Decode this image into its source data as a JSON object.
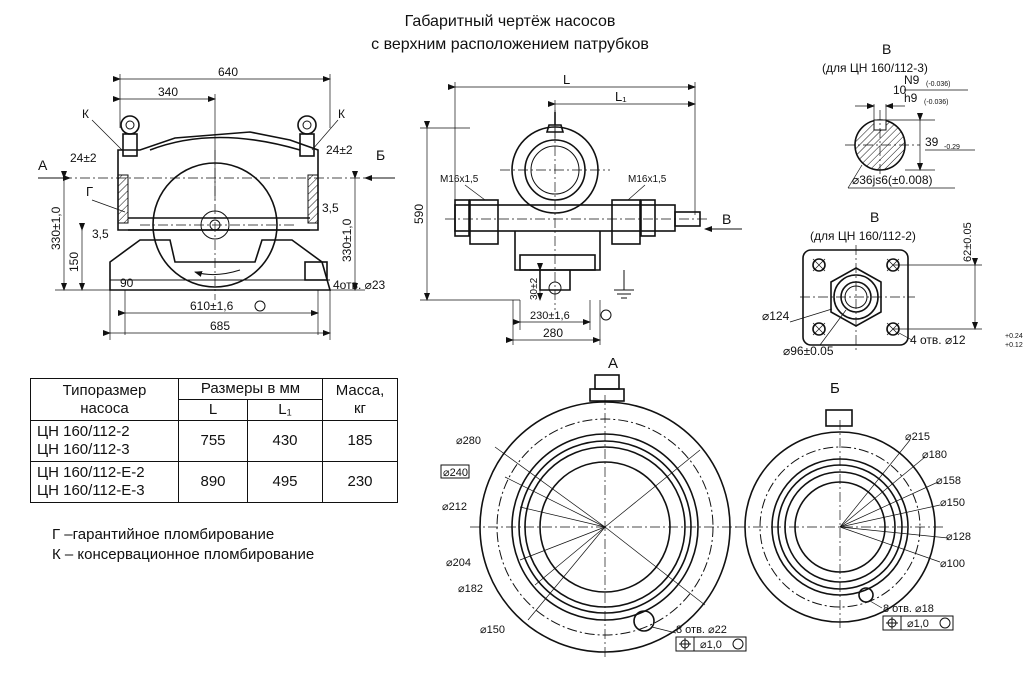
{
  "title": {
    "line1": "Габаритный чертёж насосов",
    "line2": "с верхним расположением патрубков"
  },
  "side_view": {
    "dim_640": "640",
    "dim_340": "340",
    "k_left": "К",
    "k_right": "К",
    "arrow_a": "А",
    "arrow_b": "Б",
    "g_label": "Г",
    "dim_24_left": "24±2",
    "dim_24_right": "24±2",
    "dim_35_left": "3,5",
    "dim_35_right": "3,5",
    "dim_330_left": "330±1,0",
    "dim_330_right": "330±1,0",
    "dim_150": "150",
    "dim_90": "90",
    "dim_610": "610±1,6",
    "dim_685": "685",
    "holes_23": "4отв. ⌀23"
  },
  "front_view": {
    "dim_L": "L",
    "dim_L1": "L₁",
    "dim_590": "590",
    "m16_left": "M16x1,5",
    "m16_right": "M16x1,5",
    "dim_30": "30±2",
    "dim_230": "230±1,6",
    "dim_280": "280",
    "arrow_v": "В"
  },
  "detail_v3": {
    "letter": "В",
    "caption": "(для ЦН 160/112-3)",
    "dim_10": "10",
    "n9": "N9",
    "n9_tol": "(-0.036)",
    "h9": "h9",
    "h9_tol": "(-0.036)",
    "dim_39": "39",
    "dim_39_tol": "-0.29",
    "shaft": "⌀36js6(±0.008)"
  },
  "detail_v2": {
    "letter": "В",
    "caption": "(для ЦН 160/112-2)",
    "dim_62": "62±0.05",
    "d124": "⌀124",
    "d96": "⌀96±0.05",
    "holes_12": "4 отв. ⌀12",
    "holes_12_tol_up": "+0.24",
    "holes_12_tol_dn": "+0.12"
  },
  "flange_a": {
    "letter": "А",
    "d280": "⌀280",
    "d240": "⌀240",
    "d212": "⌀212",
    "d204": "⌀204",
    "d182": "⌀182",
    "d150": "⌀150",
    "holes": "8 отв. ⌀22",
    "tolerance": "⌀1,0"
  },
  "flange_b": {
    "letter": "Б",
    "d215": "⌀215",
    "d180": "⌀180",
    "d158": "⌀158",
    "d150": "⌀150",
    "d128": "⌀128",
    "d100": "⌀100",
    "holes": "8 отв. ⌀18",
    "tolerance": "⌀1,0"
  },
  "table": {
    "h_size": "Типоразмер насоса",
    "h_size_1": "Типоразмер",
    "h_size_2": "насоса",
    "h_dims": "Размеры в мм",
    "h_L": "L",
    "h_L1": "L₁",
    "h_mass_1": "Масса,",
    "h_mass_2": "кг",
    "rows": [
      {
        "m1": "ЦН 160/112-2",
        "m2": "ЦН 160/112-3",
        "L": "755",
        "L1": "430",
        "mass": "185"
      },
      {
        "m1": "ЦН 160/112-Е-2",
        "m2": "ЦН 160/112-Е-3",
        "L": "890",
        "L1": "495",
        "mass": "230"
      }
    ]
  },
  "notes": [
    "Г –гарантийное пломбирование",
    "К – консервационное пломбирование"
  ]
}
